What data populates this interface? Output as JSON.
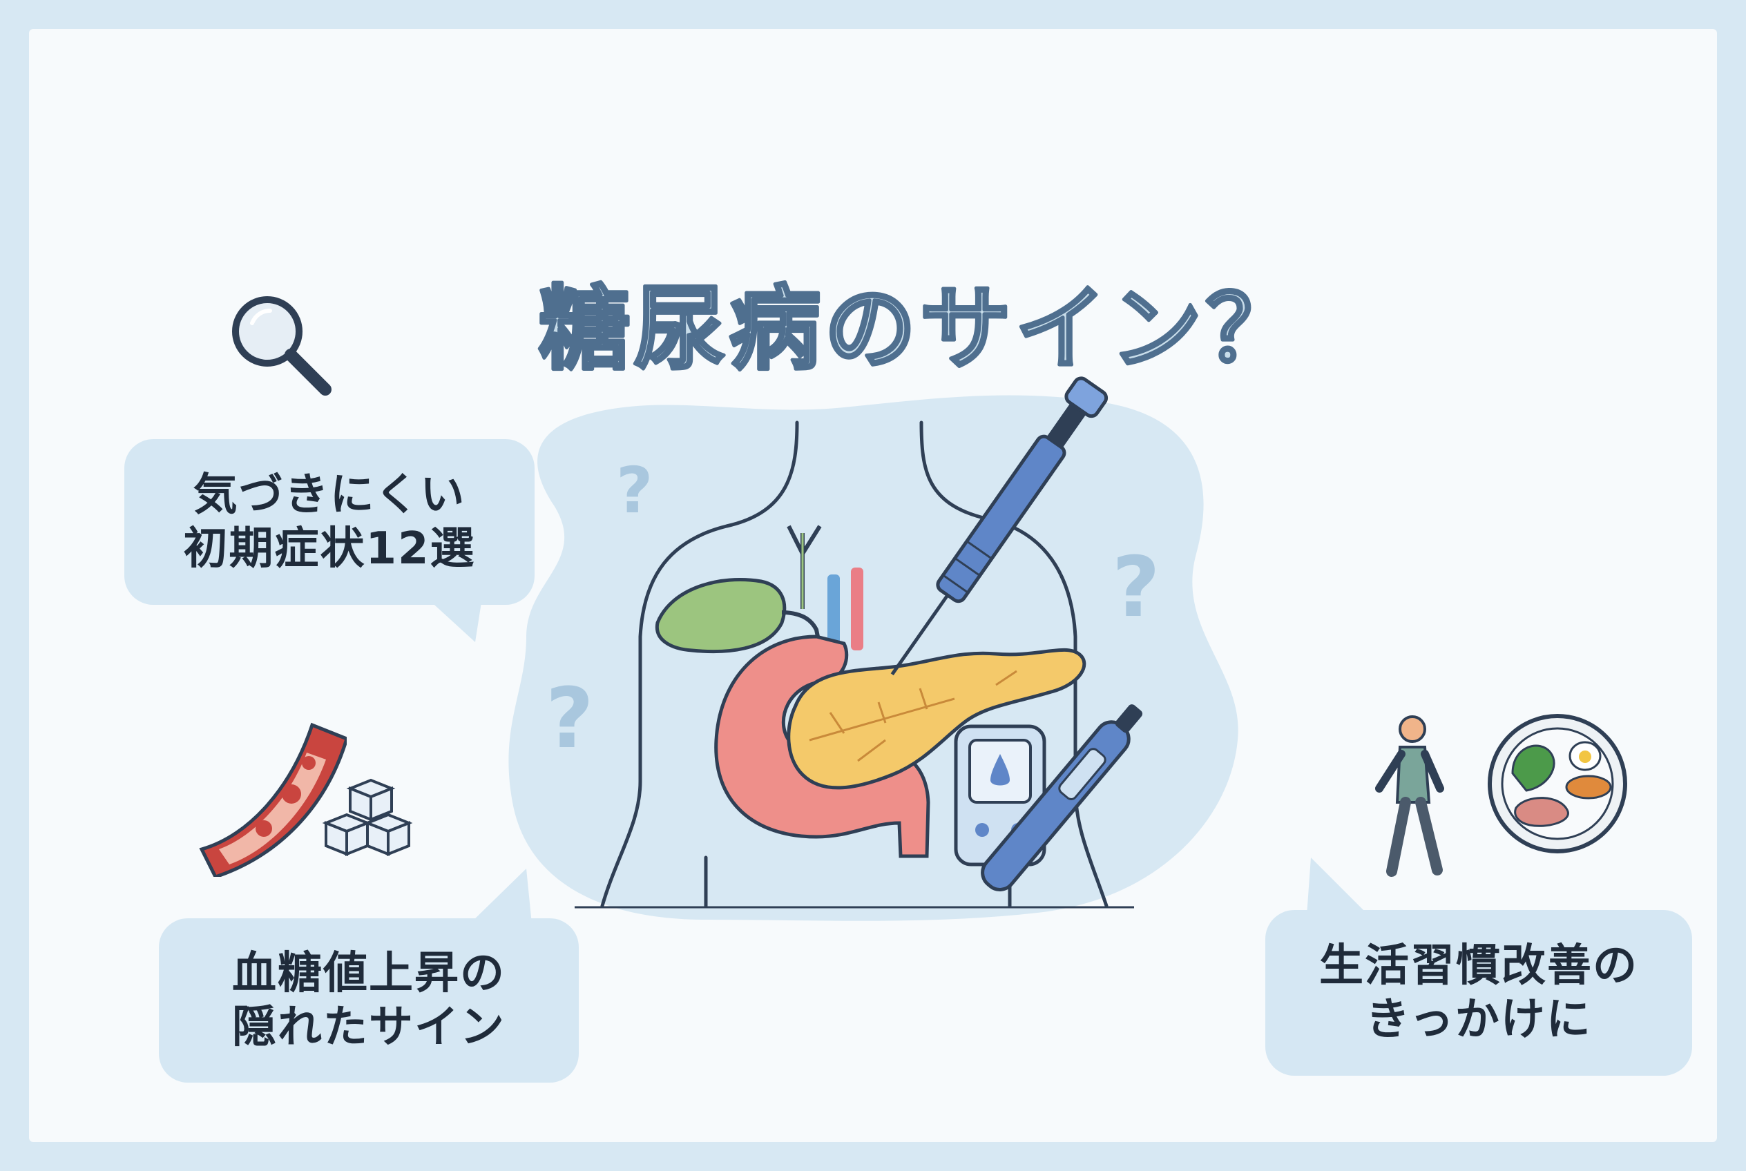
{
  "title": "糖尿病のサイン？",
  "bubbles": {
    "early_symptoms": {
      "line1": "気づきにくい",
      "line2": "初期症状12選"
    },
    "blood_sugar": {
      "line1": "血糖値上昇の",
      "line2": "隠れたサイン"
    },
    "lifestyle": {
      "line1": "生活習慣改善の",
      "line2": "きっかけに"
    }
  },
  "colors": {
    "background": "#d7e8f3",
    "panel": "#f7fafc",
    "bubble": "#d5e7f3",
    "title_fill": "#c8ddea",
    "title_outline": "#4f6f8f",
    "pancreas": "#f4c96a",
    "stomach": "#ee8f8a",
    "gallbladder": "#9cc57f",
    "insulin_pen": "#5f86c8"
  },
  "icons": [
    "magnifier-icon",
    "blood-vessel-icon",
    "sugar-cubes-icon",
    "walking-person-icon",
    "healthy-plate-icon",
    "insulin-syringe-icon",
    "glucose-meter-icon",
    "insulin-pen-icon",
    "question-mark-icon"
  ]
}
